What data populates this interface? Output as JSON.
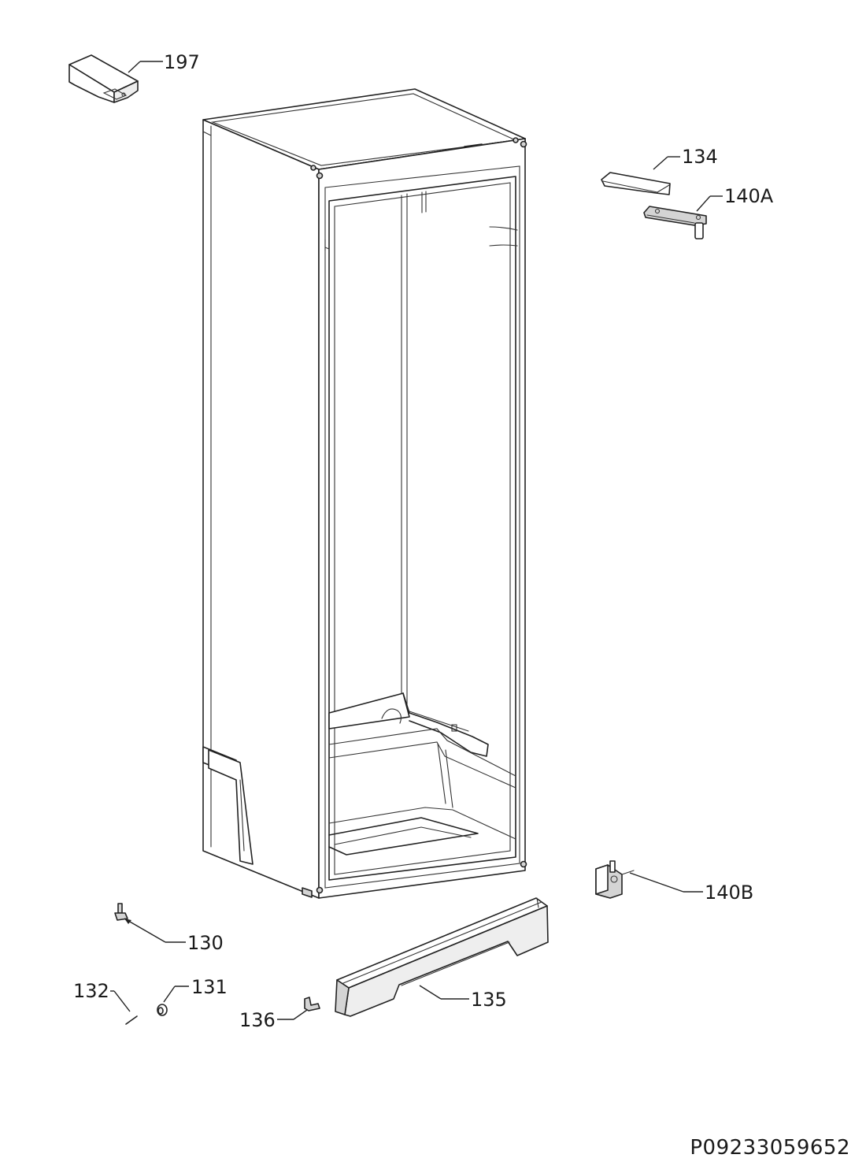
{
  "diagram": {
    "document_code": "P09233059652",
    "parts": [
      {
        "id": "197",
        "label": "197"
      },
      {
        "id": "134",
        "label": "134"
      },
      {
        "id": "140A",
        "label": "140A"
      },
      {
        "id": "140B",
        "label": "140B"
      },
      {
        "id": "130",
        "label": "130"
      },
      {
        "id": "131",
        "label": "131"
      },
      {
        "id": "132",
        "label": "132"
      },
      {
        "id": "135",
        "label": "135"
      },
      {
        "id": "136",
        "label": "136"
      }
    ]
  }
}
